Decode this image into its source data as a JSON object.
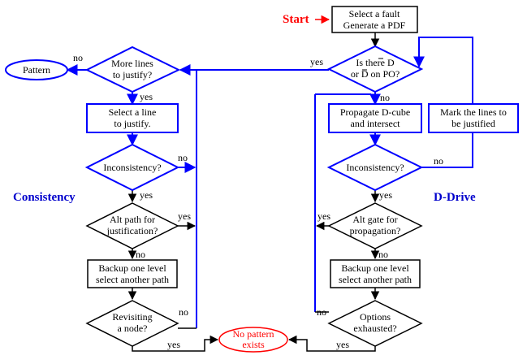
{
  "start_label": "Start",
  "labels": {
    "consistency": "Consistency",
    "d_drive": "D-Drive"
  },
  "nodes": {
    "select_fault": [
      "Select a fault",
      "Generate a PDF"
    ],
    "is_there_d": [
      "Is there D",
      "or D on PO?"
    ],
    "more_lines": [
      "More lines",
      "to justify?"
    ],
    "pattern": "Pattern",
    "select_line": [
      "Select a line",
      "to justify."
    ],
    "inconsistency_left": "Inconsistency?",
    "alt_path": [
      "Alt path for",
      "justification?"
    ],
    "backup_left": [
      "Backup one level",
      "select another path"
    ],
    "revisiting": [
      "Revisiting",
      "a node?"
    ],
    "no_pattern": [
      "No pattern",
      "exists"
    ],
    "propagate": [
      "Propagate D-cube",
      "and intersect"
    ],
    "mark_lines": [
      "Mark the lines to",
      "be justified"
    ],
    "inconsistency_right": "Inconsistency?",
    "alt_gate": [
      "Alt gate for",
      "propagation?"
    ],
    "backup_right": [
      "Backup one level",
      "select another path"
    ],
    "options": [
      "Options",
      "exhausted?"
    ]
  },
  "edges": {
    "yes": "yes",
    "no": "no"
  },
  "colors": {
    "blue": "#0000ff",
    "black": "#000000",
    "red": "#ff0000",
    "heading_blue": "#0000cc"
  }
}
